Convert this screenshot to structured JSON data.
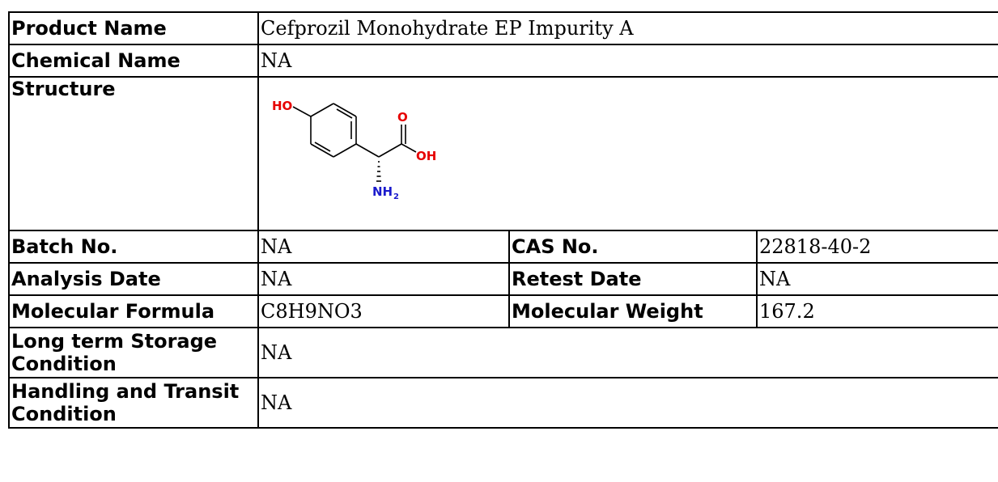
{
  "rows": {
    "product_name": {
      "label": "Product Name",
      "value": "Cefprozil Monohydrate EP Impurity A"
    },
    "chemical_name": {
      "label": "Chemical Name",
      "value": "NA"
    },
    "structure": {
      "label": "Structure",
      "atoms": {
        "ho": "HO",
        "o": "O",
        "oh": "OH",
        "nh": "NH",
        "nh_sub": "2"
      },
      "atom_colors": {
        "oxygen": "#e60000",
        "nitrogen": "#1a1acc",
        "bond": "#000000"
      }
    },
    "batch": {
      "label": "Batch No.",
      "value": "NA",
      "label2": "CAS No.",
      "value2": "22818-40-2"
    },
    "analysis": {
      "label": "Analysis Date",
      "value": "NA",
      "label2": "Retest Date",
      "value2": "NA"
    },
    "formula": {
      "label": "Molecular Formula",
      "value": "C8H9NO3",
      "label2": "Molecular Weight",
      "value2": "167.2"
    },
    "storage": {
      "label": "Long term Storage Condition",
      "value": "NA"
    },
    "handling": {
      "label": "Handling and Transit Condition",
      "value": "NA"
    }
  }
}
